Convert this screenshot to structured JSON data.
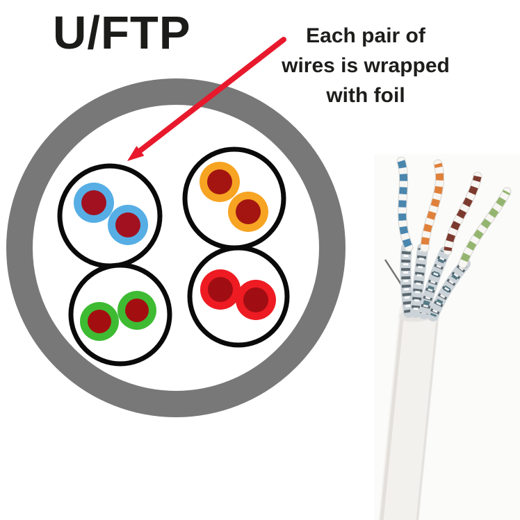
{
  "title": "U/FTP",
  "annotation": {
    "lines": [
      "Each pair of",
      "wires is wrapped",
      "with foil"
    ],
    "arrow_color": "#e8192c"
  },
  "diagram": {
    "jacket_color": "#787878",
    "foil_ring_color": "#0a0a0a",
    "pairs": [
      {
        "id": "blue-pair",
        "insulation": "#56aee5",
        "conductor": "#a21120"
      },
      {
        "id": "orange-pair",
        "insulation": "#f7a423",
        "conductor": "#a41511"
      },
      {
        "id": "green-pair",
        "insulation": "#3ebb33",
        "conductor": "#a30f10"
      },
      {
        "id": "red-pair",
        "insulation": "#ee1b23",
        "conductor": "#a00d12"
      }
    ]
  },
  "photo": {
    "jacket_color": "#f2f1ee",
    "jacket_edge_color": "#dedcd7",
    "jacket_mouth_color": "#e6e4e0",
    "foil_color": "#ccd3d8",
    "foil_shadow_color": "#45545c",
    "foil_teal_color": "#3a6470",
    "drain_wire_color": "#757575",
    "white_strand_color": "#f7f6f3",
    "pairs": [
      {
        "id": "blue-white-pair",
        "color": "#4a86ae"
      },
      {
        "id": "orange-white-pair",
        "color": "#e0813b"
      },
      {
        "id": "brown-white-pair",
        "color": "#7c3a2e"
      },
      {
        "id": "green-white-pair",
        "color": "#94b56f"
      }
    ]
  }
}
